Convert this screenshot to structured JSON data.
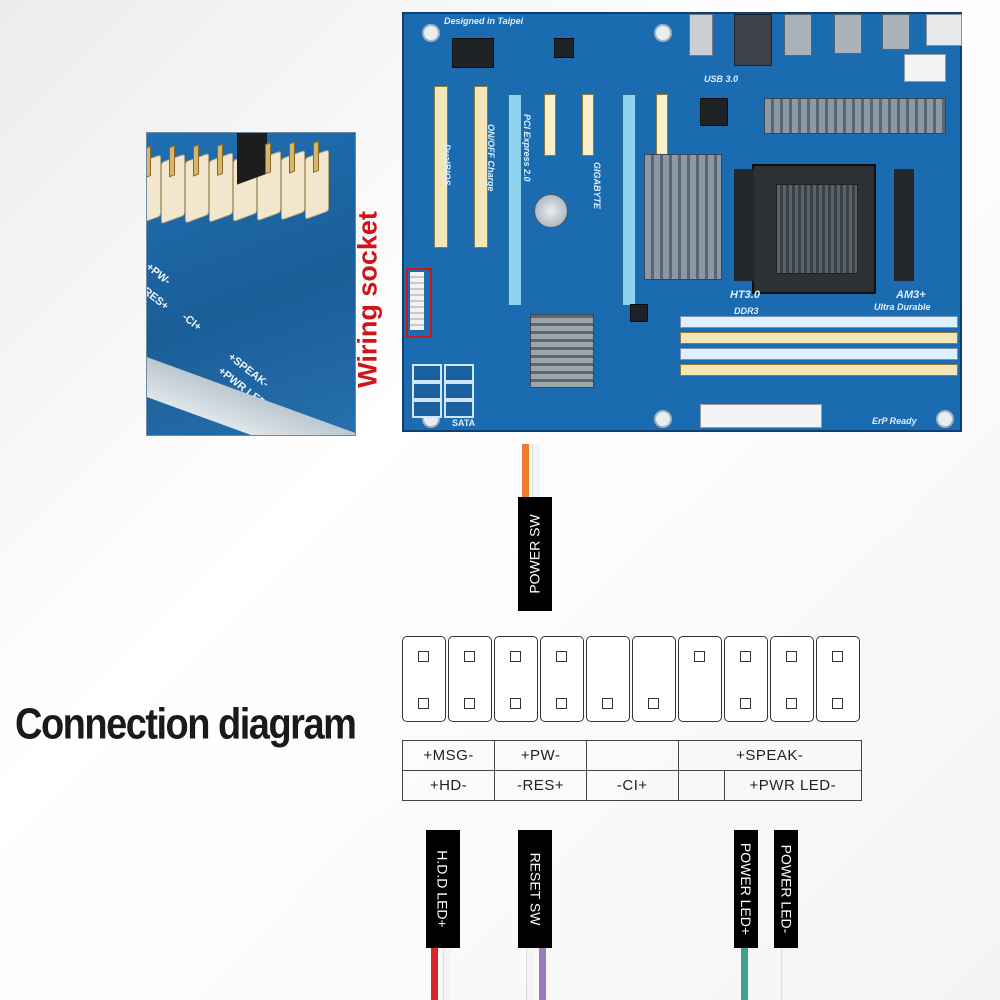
{
  "board": {
    "designed_in": "Designed in Taipei",
    "usb3": "USB 3.0",
    "ht": "HT3.0",
    "socket": "AM3+",
    "ddr": "DDR3",
    "ultra_durable": "Ultra Durable",
    "erp": "ErP Ready",
    "dualbios": "DualBIOS",
    "pcie_label": "PCI Express 2.0",
    "onoff": "ON/OFF Charge",
    "gigabyte": "GIGABYTE",
    "sata": "SATA"
  },
  "zoom": {
    "labels": [
      "+PW-",
      "-RES+",
      "-CI+",
      "+SPEAK-",
      "+PWR LED-"
    ]
  },
  "callout": "Wiring socket",
  "title": "Connection diagram",
  "connectors": {
    "power_sw": "POWER SW",
    "hdd_led": "H.D.D LED+",
    "reset_sw": "RESET SW",
    "power_led_plus": "POWER LED+",
    "power_led_minus": "POWER LED-"
  },
  "header": {
    "columns": 10,
    "top_pins": [
      true,
      true,
      true,
      true,
      false,
      false,
      true,
      true,
      true,
      true
    ],
    "bottom_pins": [
      true,
      true,
      true,
      true,
      true,
      true,
      false,
      true,
      true,
      true
    ]
  },
  "pin_table": {
    "row1": [
      "+MSG-",
      "+PW-",
      "",
      "+SPEAK-"
    ],
    "row2": [
      "+HD-",
      "-RES+",
      "-CI+",
      "",
      "+PWR LED-"
    ]
  },
  "colors": {
    "board": "#1a6bb0",
    "callout": "#d0151a",
    "wire_orange": "#ee7a2b",
    "wire_red": "#d8242a",
    "wire_purple": "#9a7bc0",
    "wire_green": "#3fa38e",
    "wire_white": "#f4f4f4"
  }
}
